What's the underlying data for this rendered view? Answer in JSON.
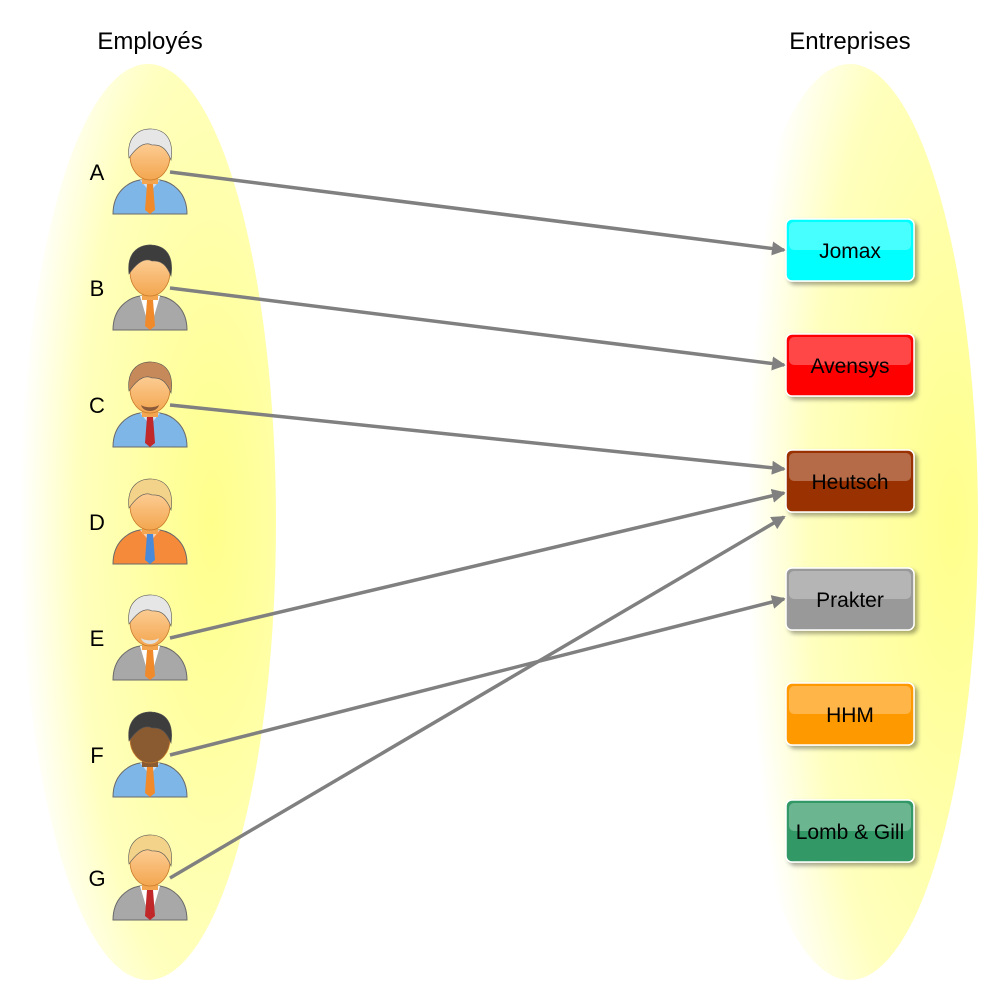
{
  "sets": {
    "left_title": "Employés",
    "right_title": "Entreprises",
    "ellipse_color": "#ffff99"
  },
  "employees": [
    {
      "id": "A",
      "label": "A",
      "hair": "#e6e6e6",
      "shirt": "#7fb6e8",
      "jacket": "",
      "tie": "#f08a2a",
      "beard": ""
    },
    {
      "id": "B",
      "label": "B",
      "hair": "#3d3d3d",
      "shirt": "#ffffff",
      "jacket": "#a8a8a8",
      "tie": "#f08a2a",
      "beard": ""
    },
    {
      "id": "C",
      "label": "C",
      "hair": "#c68a5a",
      "shirt": "#7fb6e8",
      "jacket": "",
      "tie": "#c0282a",
      "beard": "#8a5a3a"
    },
    {
      "id": "D",
      "label": "D",
      "hair": "#f3d38a",
      "shirt": "#f48a3a",
      "jacket": "",
      "tie": "#4a8ad8",
      "beard": ""
    },
    {
      "id": "E",
      "label": "E",
      "hair": "#e6e6e6",
      "shirt": "#ffffff",
      "jacket": "#a8a8a8",
      "tie": "#f08a2a",
      "beard": "#e0e0e0"
    },
    {
      "id": "F",
      "label": "F",
      "hair": "#3d3d3d",
      "shirt": "#7fb6e8",
      "jacket": "",
      "tie": "#f08a2a",
      "beard": "",
      "skin": "#8a5a30"
    },
    {
      "id": "G",
      "label": "G",
      "hair": "#f3d38a",
      "shirt": "#ffffff",
      "jacket": "#a8a8a8",
      "tie": "#c0282a",
      "beard": ""
    }
  ],
  "companies": [
    {
      "id": "jomax",
      "label": "Jomax",
      "color": "#00ffff"
    },
    {
      "id": "avensys",
      "label": "Avensys",
      "color": "#ff0000"
    },
    {
      "id": "heutsch",
      "label": "Heutsch",
      "color": "#993300"
    },
    {
      "id": "prakter",
      "label": "Prakter",
      "color": "#999999"
    },
    {
      "id": "hhm",
      "label": "HHM",
      "color": "#ff9900"
    },
    {
      "id": "lombgill",
      "label": "Lomb & Gill",
      "color": "#339966"
    }
  ],
  "arrows": [
    {
      "from": "A",
      "to": "jomax"
    },
    {
      "from": "B",
      "to": "avensys"
    },
    {
      "from": "C",
      "to": "heutsch"
    },
    {
      "from": "E",
      "to": "heutsch"
    },
    {
      "from": "F",
      "to": "prakter"
    },
    {
      "from": "G",
      "to": "heutsch"
    }
  ],
  "arrow_color": "#808080"
}
